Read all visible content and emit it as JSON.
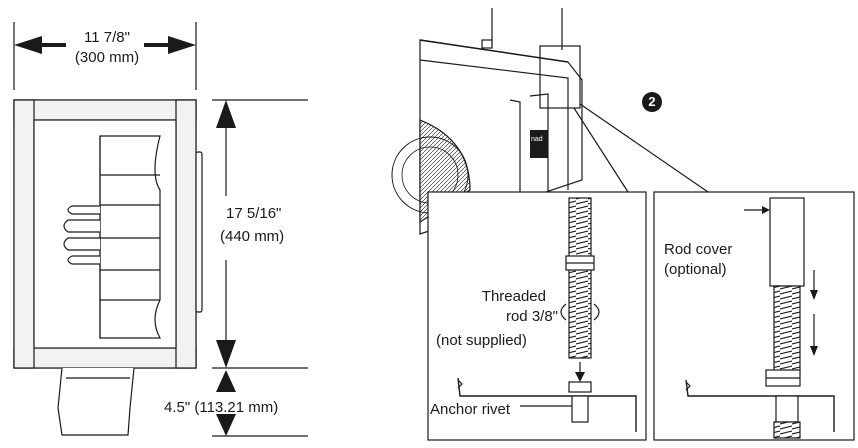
{
  "left_view": {
    "width_label": "11 7/8\"",
    "width_metric": "(300 mm)",
    "height_label": "17 5/16\"",
    "height_metric": "(440 mm)",
    "drop_label": "4.5\"  (113.21 mm)"
  },
  "right_view": {
    "step_number": "2",
    "logo_text": "nad",
    "detail_left": {
      "rod_label_line1": "Threaded",
      "rod_label_line2": "rod 3/8\"",
      "rod_label_line3": "(not supplied)",
      "anchor_label": "Anchor rivet"
    },
    "detail_right": {
      "cover_label_line1": "Rod cover",
      "cover_label_line2": "(optional)"
    }
  },
  "colors": {
    "line": "#1a1a1a",
    "panel_fill": "#f2f2f2",
    "shade": "#d9d9d9"
  }
}
